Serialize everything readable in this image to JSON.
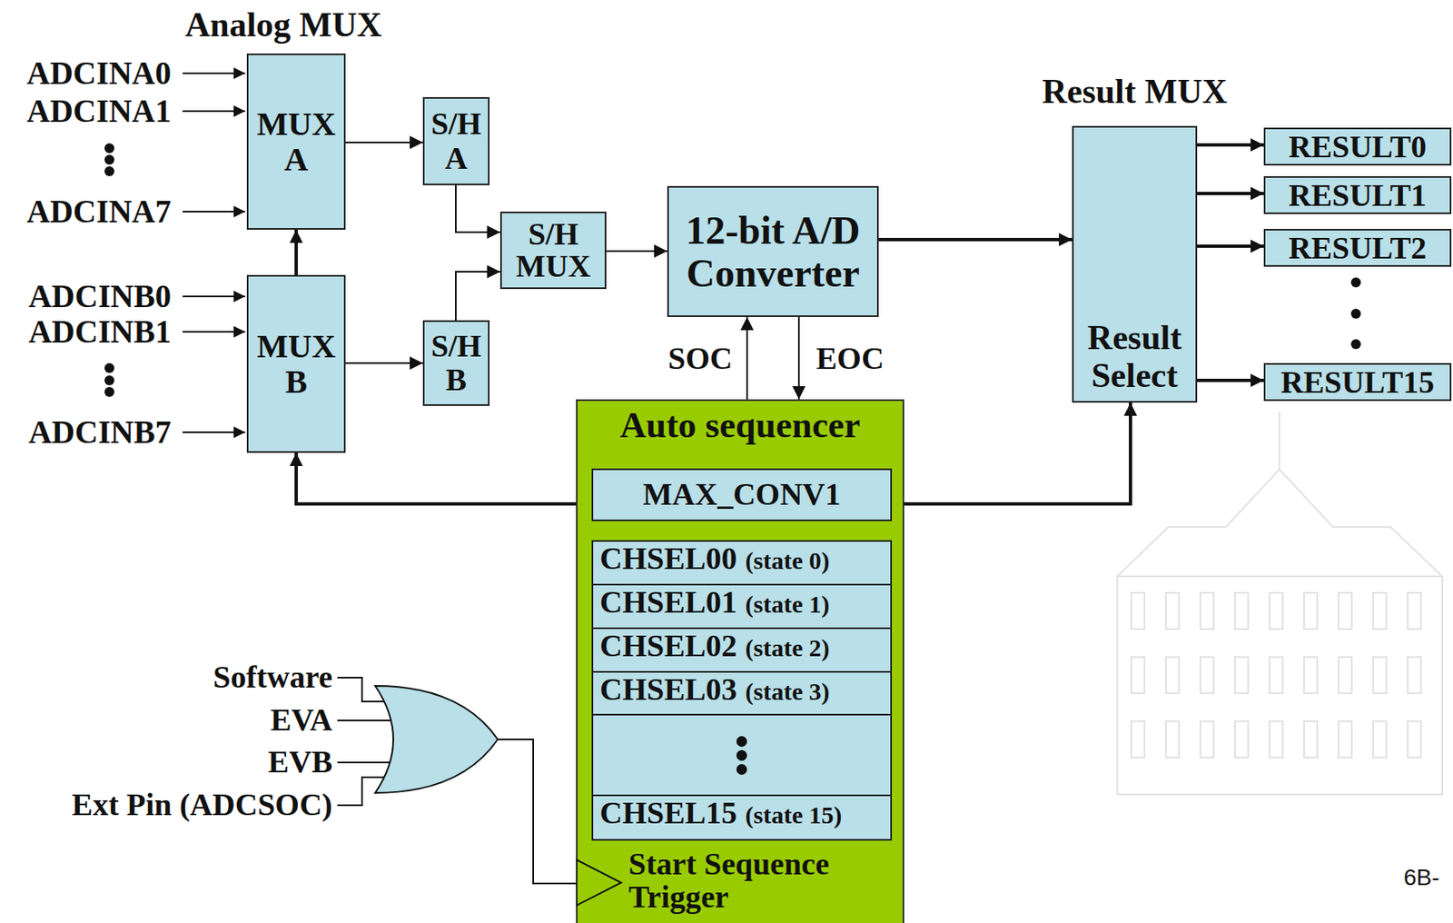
{
  "diagram": {
    "nodes": [
      {
        "text": [
          "MUX A"
        ]
      },
      {
        "text": [
          "MUX B"
        ]
      },
      {
        "text": [
          "S/H A"
        ]
      },
      {
        "text": [
          "S/H B"
        ]
      },
      {
        "text": [
          "S/H MUX"
        ]
      },
      {
        "text": [
          "12-bit A/D Converter"
        ]
      },
      {
        "text": [
          "Result MUX",
          "Result Select"
        ]
      },
      {
        "text": [
          "RESULT0"
        ]
      },
      {
        "text": [
          "RESULT1"
        ]
      },
      {
        "text": [
          "RESULT2"
        ]
      },
      {
        "text": [
          "RESULT15"
        ]
      },
      {
        "text": [
          "Auto sequencer",
          "Start Sequence Trigger"
        ]
      },
      {
        "text": [
          "MAX_CONV1"
        ],
        "in": 11
      },
      {
        "text": [
          "CHSEL00",
          "(state 0)"
        ],
        "in": 11
      },
      {
        "text": [
          "CHSEL01",
          "(state 1)"
        ],
        "in": 11
      },
      {
        "text": [
          "CHSEL02",
          "(state 2)"
        ],
        "in": 11
      },
      {
        "text": [
          "CHSEL03",
          "(state 3)"
        ],
        "in": 11
      },
      {
        "text": [
          "CHSEL15",
          "(state 15)"
        ],
        "in": 11
      }
    ],
    "edges": [
      {
        "from": 1,
        "to": 0,
        "arrow": "to"
      },
      {
        "from": 0,
        "to": 2,
        "arrow": "to"
      },
      {
        "from": 1,
        "to": 3,
        "arrow": "to"
      },
      {
        "from": 2,
        "to": 4,
        "arrow": "to"
      },
      {
        "from": 3,
        "to": 4,
        "arrow": "to"
      },
      {
        "from": 4,
        "to": 5,
        "arrow": "to"
      },
      {
        "from": 5,
        "to": 6,
        "arrow": "to"
      },
      {
        "from": 6,
        "to": 7,
        "arrow": "to"
      },
      {
        "from": 6,
        "to": 8,
        "arrow": "to"
      },
      {
        "from": 6,
        "to": 9,
        "arrow": "to"
      },
      {
        "from": 6,
        "to": 10,
        "arrow": "to"
      },
      {
        "from": 11,
        "to": 5,
        "label": "SOC",
        "arrow": "to"
      },
      {
        "from": 5,
        "to": 11,
        "label": "EOC",
        "arrow": "to"
      },
      {
        "from": 11,
        "to": 1,
        "arrow": "to"
      },
      {
        "from": 11,
        "to": 6,
        "arrow": "to"
      }
    ],
    "labels": [
      "Analog MUX",
      "ADCINA0",
      "ADCINA1",
      "ADCINA7",
      "ADCINB0",
      "ADCINB1",
      "ADCINB7",
      "Software",
      "EVA",
      "EVB",
      "Ext Pin (ADCSOC)",
      "6B-"
    ]
  }
}
